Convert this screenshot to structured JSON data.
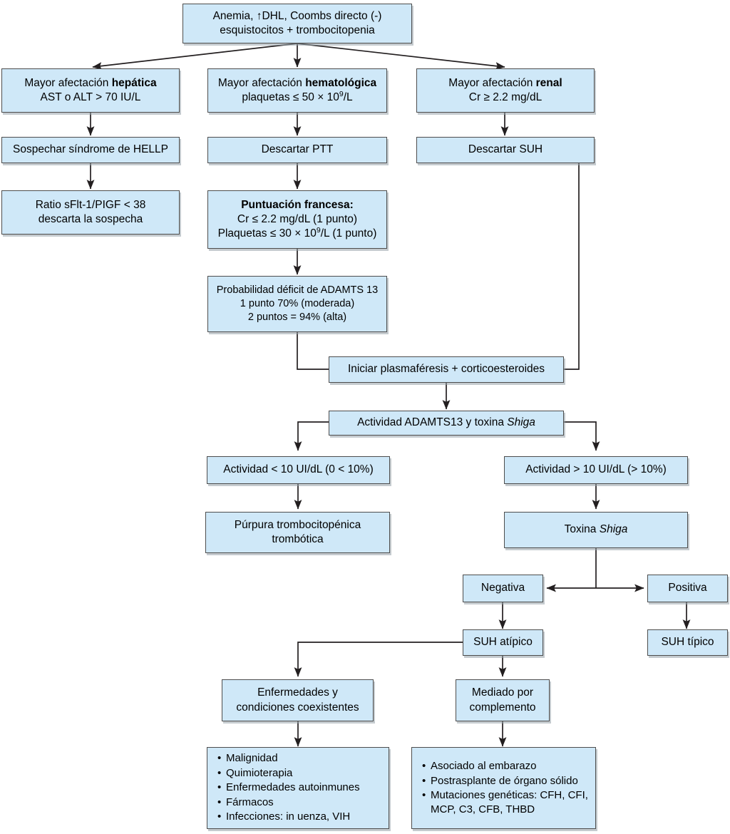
{
  "meta": {
    "title": "Algoritmo diagnóstico de microangiopatía trombótica",
    "language": "es",
    "box_fill": "#cfe8f8",
    "box_border": "#4d4d4d",
    "connector_color": "#231f20"
  },
  "nodes": {
    "start": {
      "id": "start",
      "lines": [
        "Anemia, ↑DHL, Coombs directo (-)",
        "esquistocitos + trombocitopenia"
      ]
    },
    "hepatica": {
      "id": "hepatica",
      "line1_prefix": "Mayor afectación ",
      "line1_bold": "hepática",
      "line2": "AST o ALT > 70 IU/L"
    },
    "hematologica": {
      "id": "hematologica",
      "line1_prefix": "Mayor afectación ",
      "line1_bold": "hematológica",
      "line2_pre": "plaquetas ≤ 50 × 10",
      "line2_sup": "9",
      "line2_post": "/L"
    },
    "renal": {
      "id": "renal",
      "line1_prefix": "Mayor afectación ",
      "line1_bold": "renal",
      "line2": "Cr ≥ 2.2 mg/dL"
    },
    "hellp": {
      "id": "hellp",
      "label": "Sospechar síndrome de HELLP"
    },
    "ratio": {
      "id": "ratio",
      "lines": [
        "Ratio sFlt-1/PIGF < 38",
        "descarta la sospecha"
      ]
    },
    "descartar_ptt": {
      "id": "descartar-ptt",
      "label": "Descartar PTT"
    },
    "descartar_suh": {
      "id": "descartar-suh",
      "label": "Descartar SUH"
    },
    "puntuacion": {
      "id": "puntuacion",
      "title": "Puntuación francesa:",
      "line2": "Cr ≤ 2.2 mg/dL (1 punto)",
      "line3_pre": "Plaquetas ≤ 30 × 10",
      "line3_sup": "9",
      "line3_post": "/L (1 punto)"
    },
    "probabilidad": {
      "id": "probabilidad",
      "lines": [
        "Probabilidad déficit de ADAMTS 13",
        "1 punto 70% (moderada)",
        "2 puntos = 94% (alta)"
      ]
    },
    "iniciar": {
      "id": "iniciar",
      "label": "Iniciar plasmaféresis + corticoesteroides"
    },
    "actividad_toxina": {
      "id": "actividad-toxina",
      "pre": "Actividad ADAMTS13 y toxina ",
      "italic": "Shiga"
    },
    "actividad_baja": {
      "id": "actividad-baja",
      "label": "Actividad < 10 UI/dL (0 < 10%)"
    },
    "actividad_alta": {
      "id": "actividad-alta",
      "label": "Actividad > 10 UI/dL (> 10%)"
    },
    "ptt_final": {
      "id": "ptt-final",
      "lines": [
        "Púrpura trombocitopénica",
        "trombótica"
      ]
    },
    "toxina_shiga": {
      "id": "toxina-shiga",
      "pre": "Toxina ",
      "italic": "Shiga"
    },
    "negativa": {
      "id": "negativa",
      "label": "Negativa"
    },
    "positiva": {
      "id": "positiva",
      "label": "Positiva"
    },
    "suh_atipico": {
      "id": "suh-atipico",
      "label": "SUH atípico"
    },
    "suh_tipico": {
      "id": "suh-tipico",
      "label": "SUH típico"
    },
    "enfermedades": {
      "id": "enfermedades",
      "lines": [
        "Enfermedades y",
        "condiciones coexistentes"
      ]
    },
    "mediado": {
      "id": "mediado",
      "lines": [
        "Mediado por",
        "complemento"
      ]
    },
    "lista_enfermedades": {
      "id": "lista-enfermedades",
      "items": [
        "Malignidad",
        "Quimioterapia",
        "Enfermedades autoinmunes",
        "Fármacos",
        "Infecciones: in uenza, VIH"
      ]
    },
    "lista_complemento": {
      "id": "lista-complemento",
      "items": [
        "Asociado al embarazo",
        "Postrasplante de órgano sólido",
        "Mutaciones genéticas: CFH, CFI, MCP, C3, CFB, THBD"
      ]
    }
  }
}
